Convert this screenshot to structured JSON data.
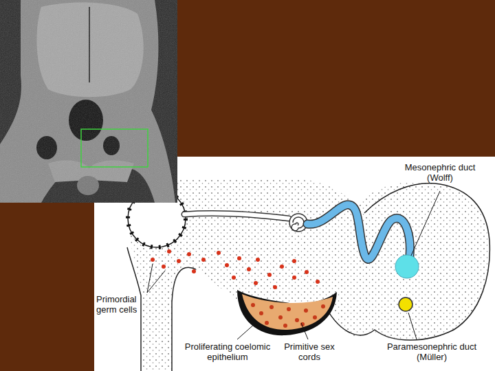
{
  "diagram": {
    "labels": [
      "Mesonephric duct (Wolff)",
      "Primordial germ cells",
      "Proliferating coelomic epithelium",
      "Primitive sex cords",
      "Paramesonephric duct (Müller)"
    ]
  }
}
